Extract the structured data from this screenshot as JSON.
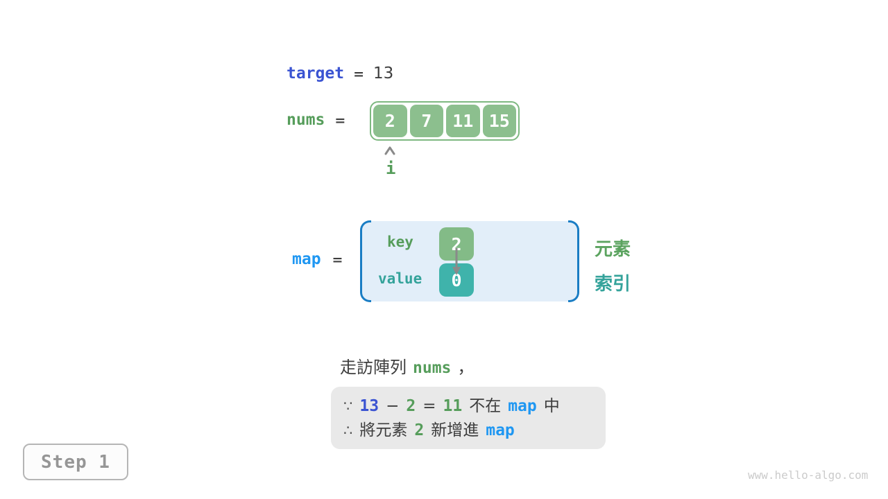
{
  "colors": {
    "royal_blue": "#3b54d2",
    "bright_blue": "#1f97f2",
    "bracket_blue": "#1a7dc4",
    "code_green": "#569d5b",
    "cell_green": "#8cbf8e",
    "cell_teal": "#3fb3ab",
    "teal_text": "#35a39b",
    "map_fill": "#e2eef9",
    "note_bg": "#e9e9e9",
    "dark_text": "#3d3d3d",
    "arrow_gray": "#8a8a8a"
  },
  "target_line": {
    "label": "target",
    "eq": "=",
    "value": "13"
  },
  "nums_line": {
    "label": "nums",
    "eq": "=",
    "cells": [
      "2",
      "7",
      "11",
      "15"
    ],
    "pointer": "i"
  },
  "map_section": {
    "label": "map",
    "eq": "=",
    "key_label": "key",
    "key_cell": "2",
    "value_label": "value",
    "value_cell": "0",
    "element_label": "元素",
    "index_label": "索引"
  },
  "caption": {
    "prefix": "走訪陣列",
    "code": "nums",
    "comma": "，"
  },
  "note": {
    "because": "∵",
    "minuend": "13",
    "minus": "−",
    "subtrahend": "2",
    "eq": "=",
    "difference": "11",
    "not_in": "不在",
    "map1": "map",
    "in_suffix": "中",
    "therefore": "∴",
    "add_prefix": "將元素",
    "added_num": "2",
    "add_verb": "新增進",
    "map2": "map"
  },
  "footer": {
    "step": "Step 1",
    "watermark": "www.hello-algo.com"
  }
}
